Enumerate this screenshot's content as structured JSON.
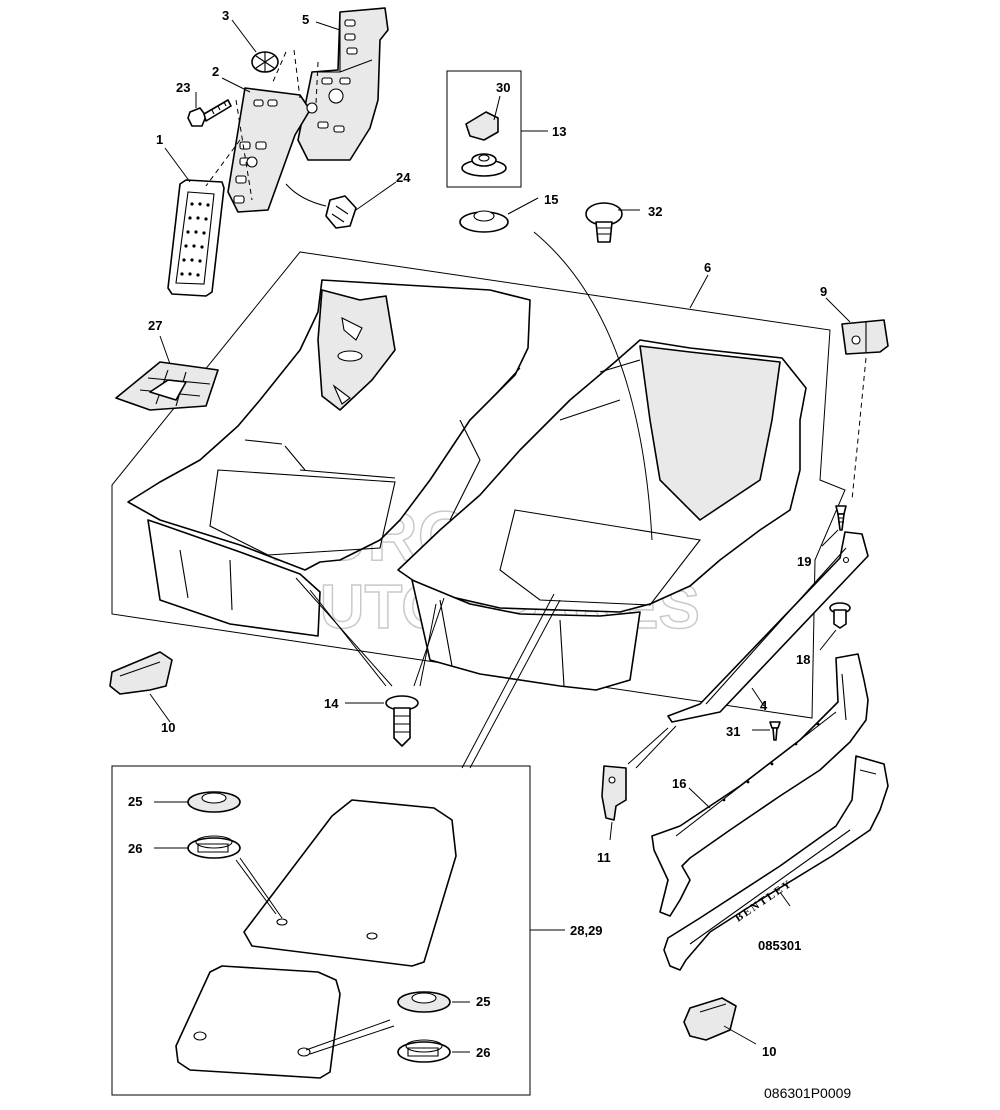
{
  "watermark": {
    "line1": "EUROPEAN",
    "line2": "AUTOSPARES"
  },
  "diagram_code": "086301P0009",
  "sill_brand": "BENTLEY",
  "callouts": [
    {
      "id": "c1",
      "text": "1"
    },
    {
      "id": "c2",
      "text": "2"
    },
    {
      "id": "c3",
      "text": "3"
    },
    {
      "id": "c4",
      "text": "4"
    },
    {
      "id": "c5",
      "text": "5"
    },
    {
      "id": "c6",
      "text": "6"
    },
    {
      "id": "c9",
      "text": "9"
    },
    {
      "id": "c10a",
      "text": "10"
    },
    {
      "id": "c10b",
      "text": "10"
    },
    {
      "id": "c11",
      "text": "11"
    },
    {
      "id": "c13",
      "text": "13"
    },
    {
      "id": "c14",
      "text": "14"
    },
    {
      "id": "c15",
      "text": "15"
    },
    {
      "id": "c16",
      "text": "16"
    },
    {
      "id": "c18",
      "text": "18"
    },
    {
      "id": "c19",
      "text": "19"
    },
    {
      "id": "c23",
      "text": "23"
    },
    {
      "id": "c24",
      "text": "24"
    },
    {
      "id": "c25a",
      "text": "25"
    },
    {
      "id": "c25b",
      "text": "25"
    },
    {
      "id": "c26a",
      "text": "26"
    },
    {
      "id": "c26b",
      "text": "26"
    },
    {
      "id": "c27",
      "text": "27"
    },
    {
      "id": "c2829",
      "text": "28,29"
    },
    {
      "id": "c30",
      "text": "30"
    },
    {
      "id": "c31",
      "text": "31"
    },
    {
      "id": "c32",
      "text": "32"
    },
    {
      "id": "c085301",
      "text": "085301"
    }
  ]
}
